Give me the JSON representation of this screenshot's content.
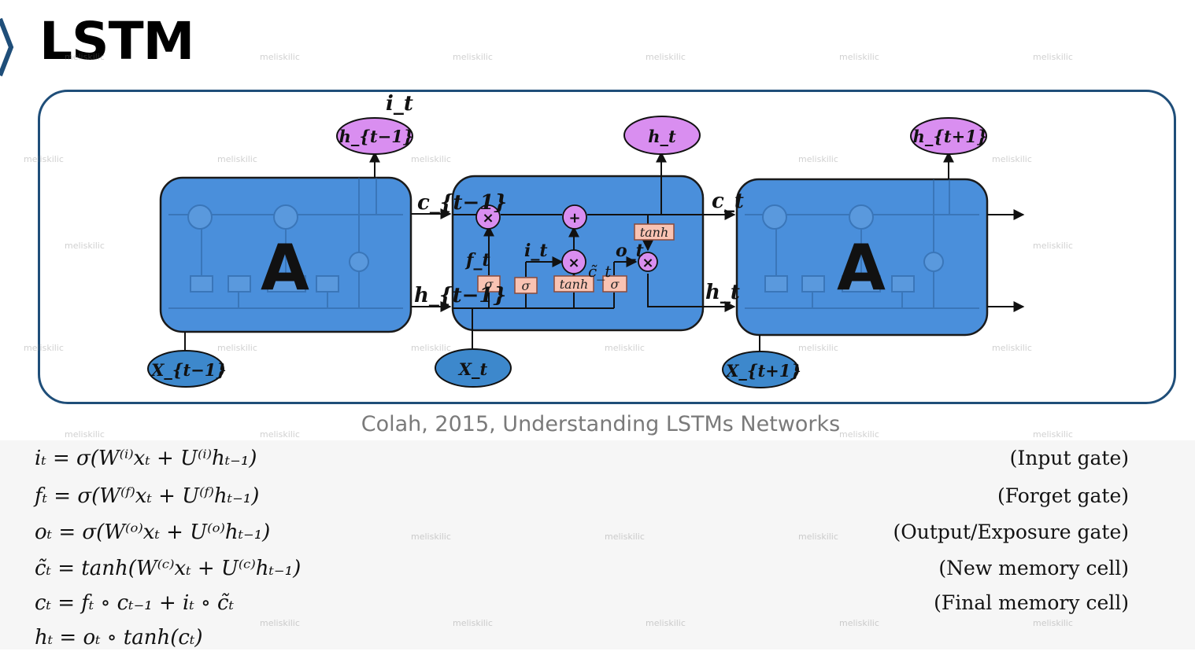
{
  "title": "LSTM",
  "caption": "Colah, 2015, Understanding LSTMs Networks",
  "watermark": "meliskilic",
  "diagram": {
    "cell_letter": "A",
    "inputs": [
      "X_{t−1}",
      "X_t",
      "X_{t+1}"
    ],
    "outputs": [
      "h_{t−1}",
      "h_t",
      "h_{t+1}"
    ],
    "top_label": "i_t",
    "state_labels": {
      "c_prev": "c_{t−1}",
      "h_prev": "h_{t−1}",
      "c_curr": "c_t",
      "h_curr": "h_t"
    },
    "gate_labels": {
      "f": "f_t",
      "i": "i_t",
      "o": "o_t",
      "c_tilde": "c̃_t"
    },
    "ops": {
      "sigma": "σ",
      "tanh": "tanh",
      "times": "×",
      "plus": "+"
    },
    "colors": {
      "cell": "#4a8fdb",
      "cell_border": "#1a1a1a",
      "output_node": "#d98ef0",
      "input_node": "#3d88cc",
      "gate_box": "#f9c3b3",
      "frame": "#1f4e79"
    }
  },
  "equations": [
    {
      "formula": "iₜ = σ(W⁽ⁱ⁾xₜ + U⁽ⁱ⁾hₜ₋₁)",
      "label": "(Input gate)"
    },
    {
      "formula": "fₜ = σ(W⁽ᶠ⁾xₜ + U⁽ᶠ⁾hₜ₋₁)",
      "label": "(Forget gate)"
    },
    {
      "formula": "oₜ = σ(W⁽ᵒ⁾xₜ + U⁽ᵒ⁾hₜ₋₁)",
      "label": "(Output/Exposure gate)"
    },
    {
      "formula": "c̃ₜ = tanh(W⁽ᶜ⁾xₜ + U⁽ᶜ⁾hₜ₋₁)",
      "label": "(New memory cell)"
    },
    {
      "formula": "cₜ = fₜ ∘ cₜ₋₁ + iₜ ∘ c̃ₜ",
      "label": "(Final memory cell)"
    },
    {
      "formula": "hₜ = oₜ ∘ tanh(cₜ)",
      "label": ""
    }
  ]
}
